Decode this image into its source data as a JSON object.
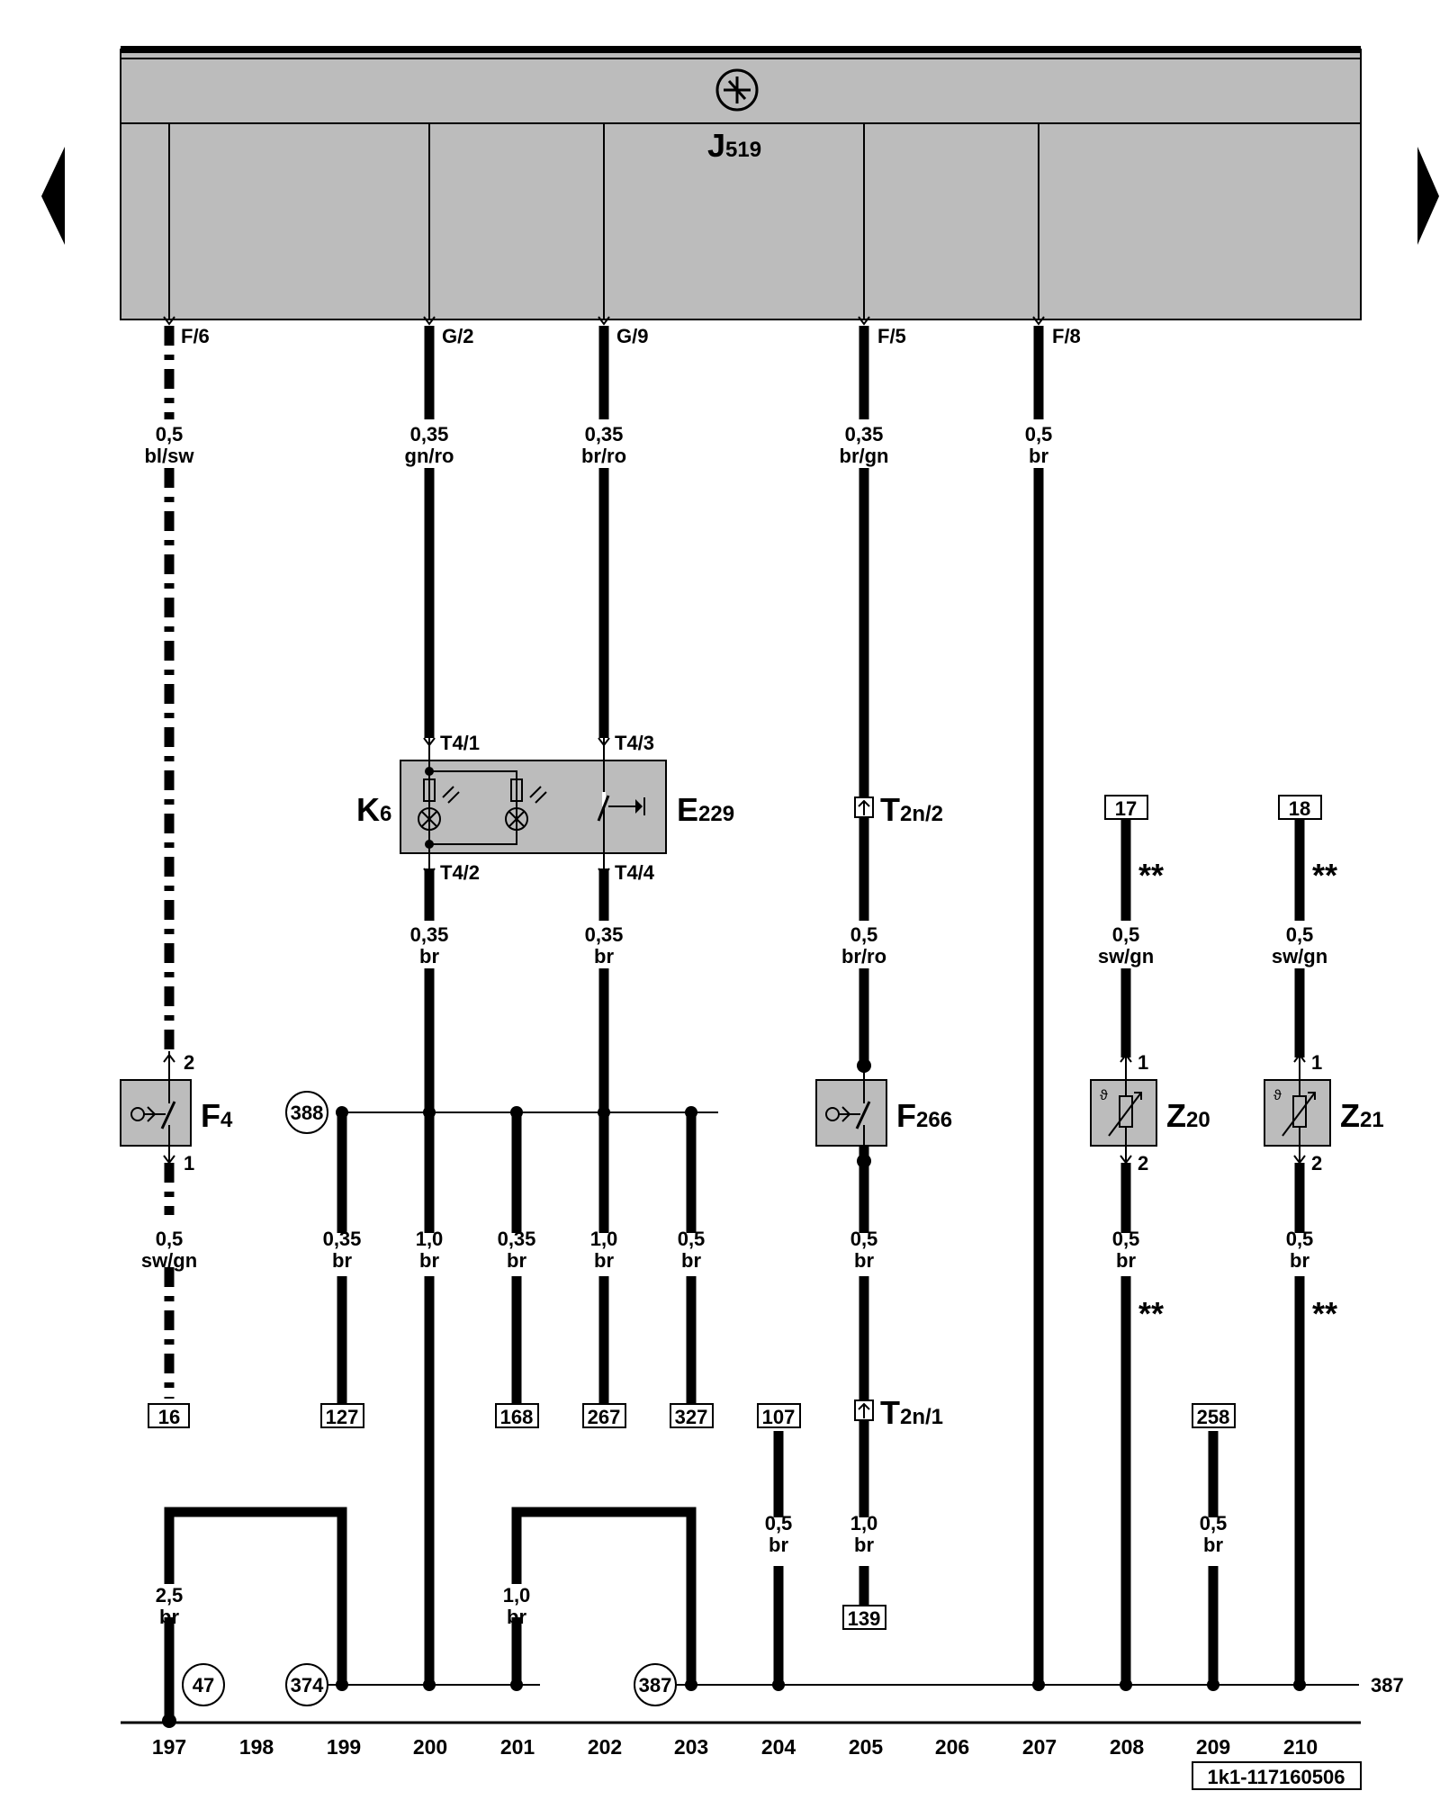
{
  "controller": {
    "label": "J",
    "sub": "519"
  },
  "track_numbers": [
    "197",
    "198",
    "199",
    "200",
    "201",
    "202",
    "203",
    "204",
    "205",
    "206",
    "207",
    "208",
    "209",
    "210"
  ],
  "pins": {
    "f6": "F/6",
    "g2": "G/2",
    "g9": "G/9",
    "f5": "F/5",
    "f8": "F/8",
    "t41": "T4/1",
    "t43": "T4/3",
    "t42": "T4/2",
    "t44": "T4/4",
    "f4_2": "2",
    "f4_1": "1",
    "z20_1": "1",
    "z20_2": "2",
    "z21_1": "1",
    "z21_2": "2"
  },
  "wires": {
    "w197a": [
      "0,5",
      "bl/sw"
    ],
    "w200a": [
      "0,35",
      "gn/ro"
    ],
    "w202a": [
      "0,35",
      "br/ro"
    ],
    "w205a": [
      "0,35",
      "br/gn"
    ],
    "w207a": [
      "0,5",
      "br"
    ],
    "w200b": [
      "0,35",
      "br"
    ],
    "w202b": [
      "0,35",
      "br"
    ],
    "w205b": [
      "0,5",
      "br/ro"
    ],
    "w208a": [
      "0,5",
      "sw/gn"
    ],
    "w210a": [
      "0,5",
      "sw/gn"
    ],
    "w197b": [
      "0,5",
      "sw/gn"
    ],
    "w199": [
      "0,35",
      "br"
    ],
    "w200c": [
      "1,0",
      "br"
    ],
    "w201": [
      "0,35",
      "br"
    ],
    "w202c": [
      "1,0",
      "br"
    ],
    "w203": [
      "0,5",
      "br"
    ],
    "w205c": [
      "0,5",
      "br"
    ],
    "w208b": [
      "0,5",
      "br"
    ],
    "w210b": [
      "0,5",
      "br"
    ],
    "w204": [
      "0,5",
      "br"
    ],
    "w205d": [
      "1,0",
      "br"
    ],
    "w209": [
      "0,5",
      "br"
    ],
    "w197c": [
      "2,5",
      "br"
    ],
    "w201b": [
      "1,0",
      "br"
    ]
  },
  "components": {
    "k6": {
      "label": "K",
      "sub": "6"
    },
    "e229": {
      "label": "E",
      "sub": "229"
    },
    "f4": {
      "label": "F",
      "sub": "4"
    },
    "f266": {
      "label": "F",
      "sub": "266"
    },
    "z20": {
      "label": "Z",
      "sub": "20"
    },
    "z21": {
      "label": "Z",
      "sub": "21"
    },
    "t2n2": {
      "label": "T",
      "sub": "2n/2"
    },
    "t2n1": {
      "label": "T",
      "sub": "2n/1"
    }
  },
  "refs": {
    "r16": "16",
    "r127": "127",
    "r168": "168",
    "r267": "267",
    "r327": "327",
    "r107": "107",
    "r258": "258",
    "r139": "139",
    "r17": "17",
    "r18": "18"
  },
  "circles": {
    "c388": "388",
    "c47": "47",
    "c374": "374",
    "c387": "387"
  },
  "stars": "**",
  "ground_ref": "387",
  "doc_id": "1k1-117160506"
}
